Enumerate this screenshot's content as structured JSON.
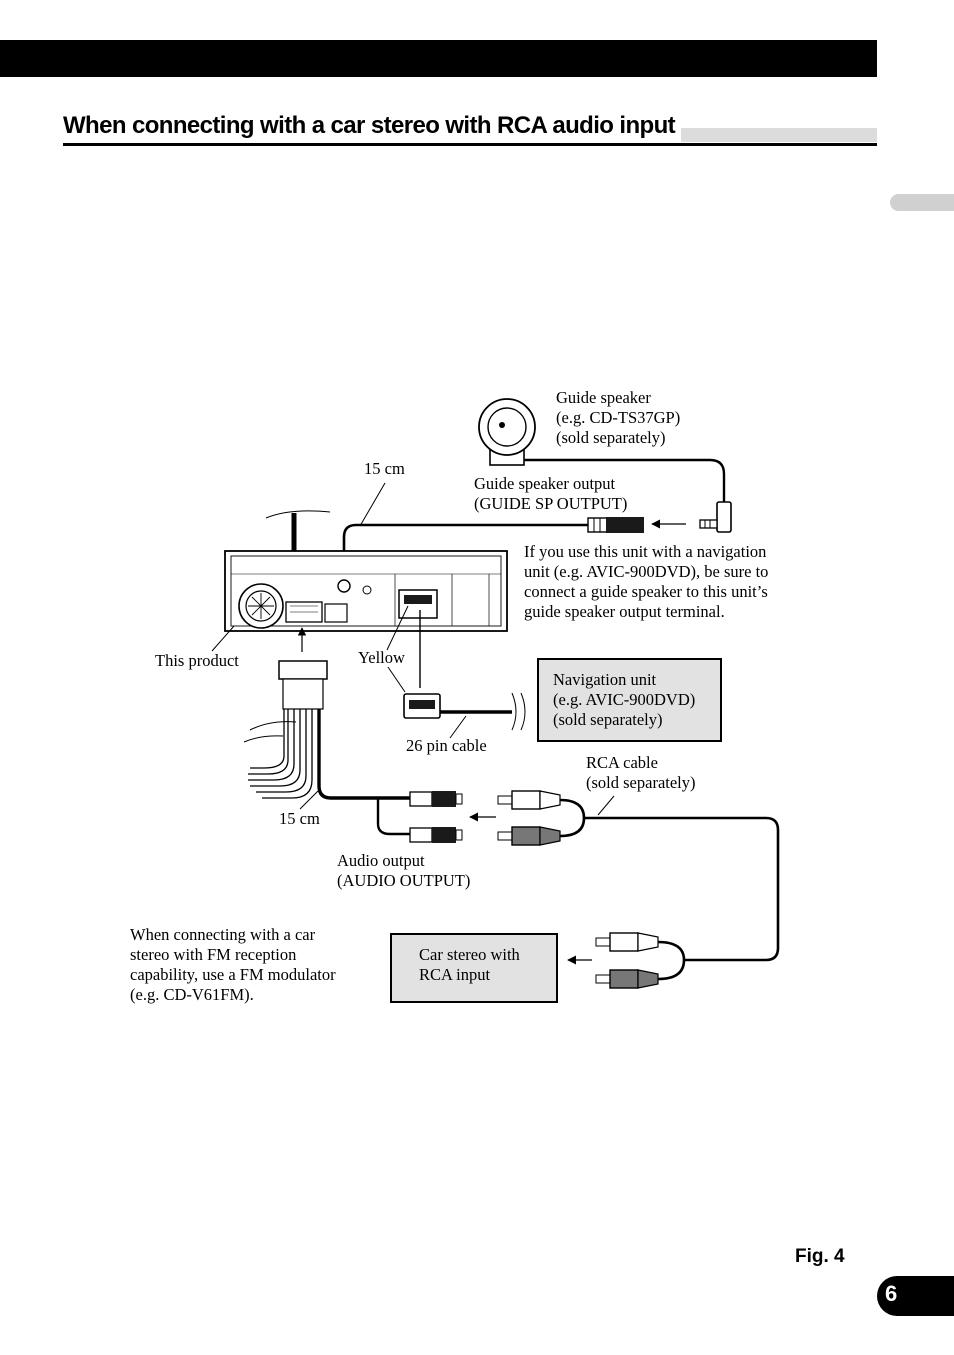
{
  "section_title": "When connecting with a car stereo with RCA audio input",
  "figure_label": "Fig. 4",
  "page_number": "6",
  "labels": {
    "guide_speaker": [
      "Guide speaker",
      "(e.g. CD-TS37GP)",
      "(sold separately)"
    ],
    "cable_15cm_top": "15 cm",
    "guide_output": [
      "Guide speaker output",
      "(GUIDE SP OUTPUT)"
    ],
    "nav_note": [
      "If you use this unit with a navigation",
      "unit (e.g. AVIC-900DVD), be sure to",
      "connect a guide speaker to this unit’s",
      "guide speaker output terminal."
    ],
    "this_product": "This product",
    "yellow": "Yellow",
    "nav_unit": [
      "Navigation unit",
      "(e.g. AVIC-900DVD)",
      "(sold separately)"
    ],
    "pin_cable": "26 pin cable",
    "rca_cable": [
      "RCA cable",
      "(sold separately)"
    ],
    "cable_15cm_bottom": "15 cm",
    "audio_output": [
      "Audio output",
      "(AUDIO OUTPUT)"
    ],
    "fm_note": [
      "When connecting with a car",
      "stereo with FM reception",
      "capability, use a FM modulator",
      "(e.g. CD-V61FM)."
    ],
    "car_stereo": [
      "Car stereo with",
      "RCA input"
    ]
  },
  "colors": {
    "black": "#000000",
    "box_fill": "#e2e2e2",
    "band_gray": "#dcdcdc"
  }
}
